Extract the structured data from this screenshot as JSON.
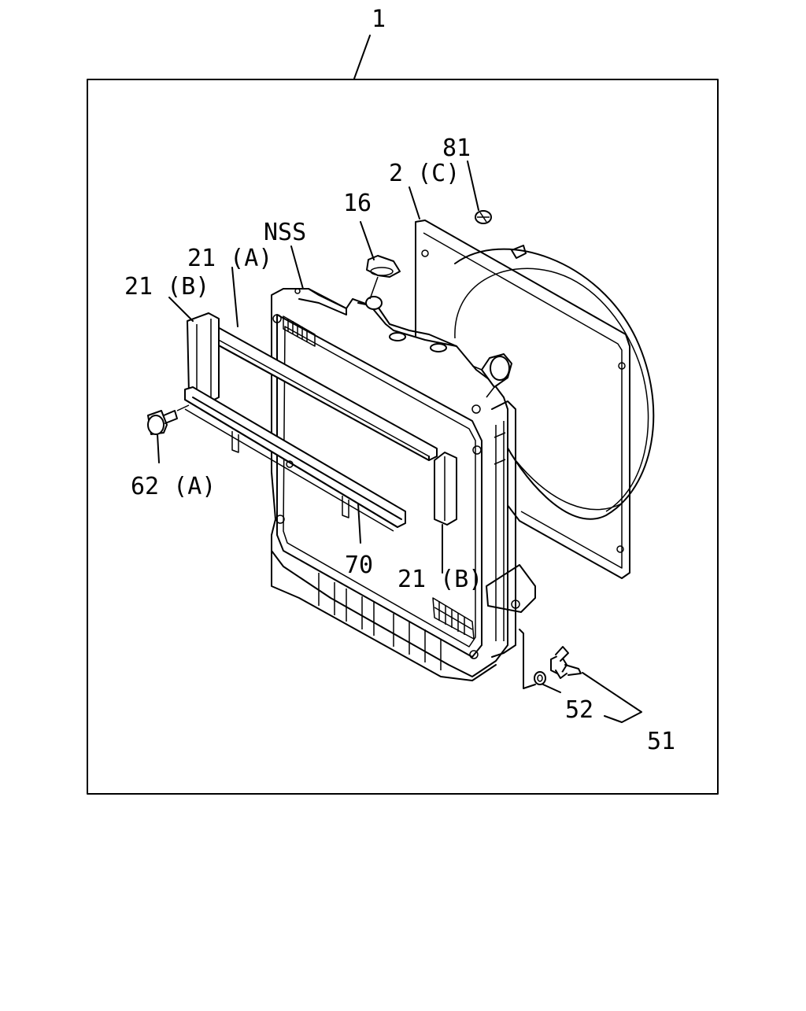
{
  "diagram": {
    "callouts": {
      "c1": "1",
      "c81": "81",
      "c2c": "2 (C)",
      "c16": "16",
      "cnss": "NSS",
      "c21a": "21 (A)",
      "c21b_left": "21 (B)",
      "c62a": "62 (A)",
      "c70": "70",
      "c21b_right": "21 (B)",
      "c52": "52",
      "c51": "51"
    }
  }
}
